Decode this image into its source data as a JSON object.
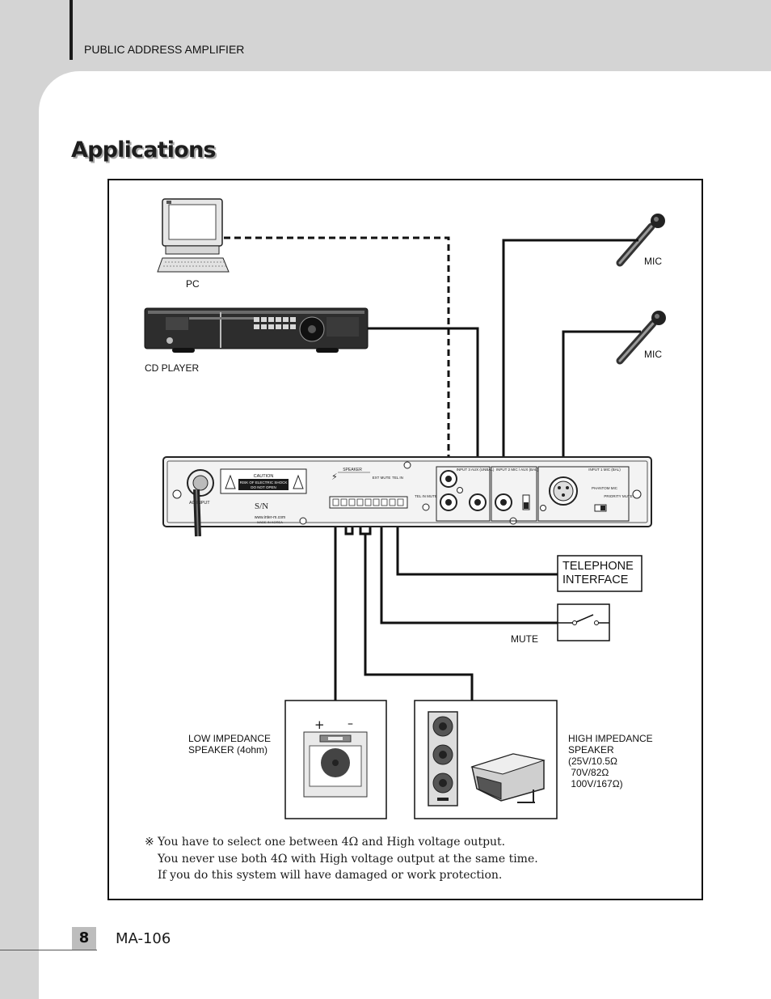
{
  "header": {
    "section": "PUBLIC ADDRESS AMPLIFIER"
  },
  "title": "Applications",
  "devices": {
    "pc": "PC",
    "cd_player": "CD PLAYER",
    "mic_1": "MIC",
    "mic_2": "MIC",
    "telephone_interface": [
      "TELEPHONE",
      "INTERFACE"
    ],
    "mute": "MUTE",
    "low_speaker": [
      "LOW IMPEDANCE",
      "SPEAKER (4ohm)"
    ],
    "high_speaker": [
      "HIGH IMPEDANCE",
      "SPEAKER",
      "(25V/10.5Ω",
      " 70V/82Ω",
      " 100V/167Ω)"
    ]
  },
  "amplifier_panel": {
    "caution_title": "CAUTION",
    "caution_lines": [
      "RISK OF ELECTRIC SHOCK",
      "DO NOT OPEN"
    ],
    "ac_input": "AC INPUT",
    "speaker": "SPEAKER",
    "ext_mute": "EXT MUTE",
    "tel_in": "TEL IN",
    "tel_in_mute": "TEL IN MUTE",
    "website": "www.inter-m.com",
    "made_in": "MADE IN KOREA",
    "input3": "INPUT 3 AUX (UNBAL)",
    "input2": "INPUT 2 MIC / AUX (BAL)",
    "input1": "INPUT 1 MIC (BAL)",
    "phantom": "PHANTOM MIC",
    "priority": "PRIORITY MUTE"
  },
  "note": {
    "symbol": "※",
    "lines": [
      "You have to select one between 4Ω and High voltage output.",
      "You never use both 4Ω with High voltage output at the same time.",
      "If you do this system will have damaged or work protection."
    ]
  },
  "footer": {
    "page": "8",
    "model": "MA-106"
  }
}
